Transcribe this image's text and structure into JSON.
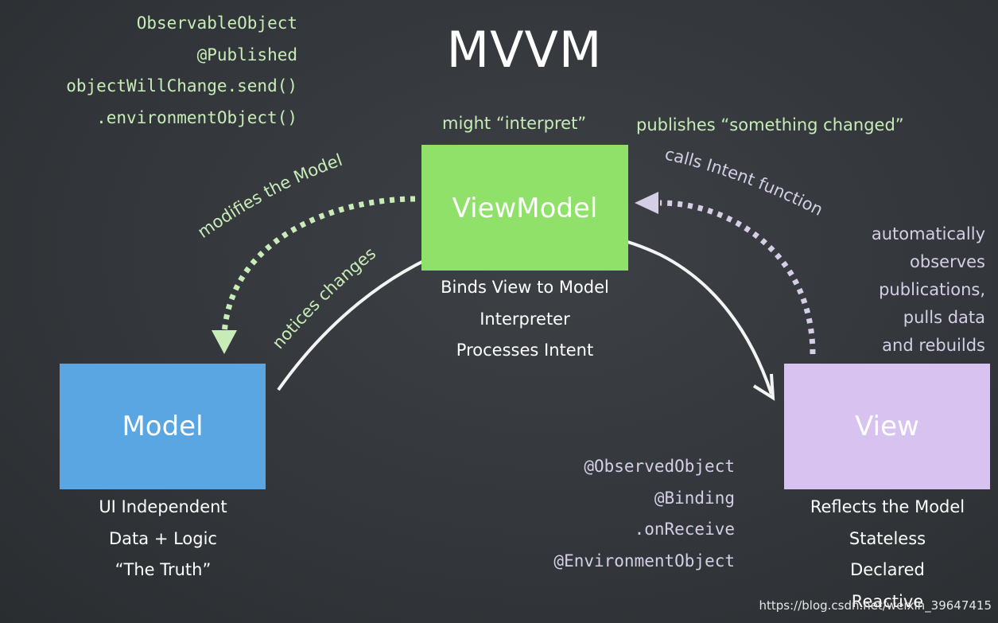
{
  "title": "MVVM",
  "code_top_left": [
    "ObservableObject",
    "@Published",
    "objectWillChange.send()",
    ".environmentObject()"
  ],
  "code_bottom_center": [
    "@ObservedObject",
    "@Binding",
    ".onReceive",
    "@EnvironmentObject"
  ],
  "viewmodel": {
    "label": "ViewModel",
    "interprets": "might “interpret”",
    "description": [
      "Binds View to Model",
      "Interpreter",
      "Processes Intent"
    ]
  },
  "model": {
    "label": "Model",
    "description": [
      "UI Independent",
      "Data + Logic",
      "“The Truth”"
    ]
  },
  "view": {
    "label": "View",
    "description": [
      "Reflects the Model",
      "Stateless",
      "Declared",
      "Reactive"
    ]
  },
  "arrows": {
    "modifies_model": "modifies the Model",
    "notices_changes": "notices changes",
    "calls_intent": "calls Intent function",
    "publishes": "publishes “something changed”",
    "auto_observes": [
      "automatically",
      "observes",
      "publications,",
      "pulls data",
      "and rebuilds"
    ]
  },
  "colors": {
    "viewmodel": "#8fe16a",
    "model": "#5aa6e3",
    "view": "#d8c3f0",
    "green_text": "#c8ecb8",
    "purple_text": "#d6cde6"
  },
  "watermark": "https://blog.csdn.net/weixin_39647415"
}
